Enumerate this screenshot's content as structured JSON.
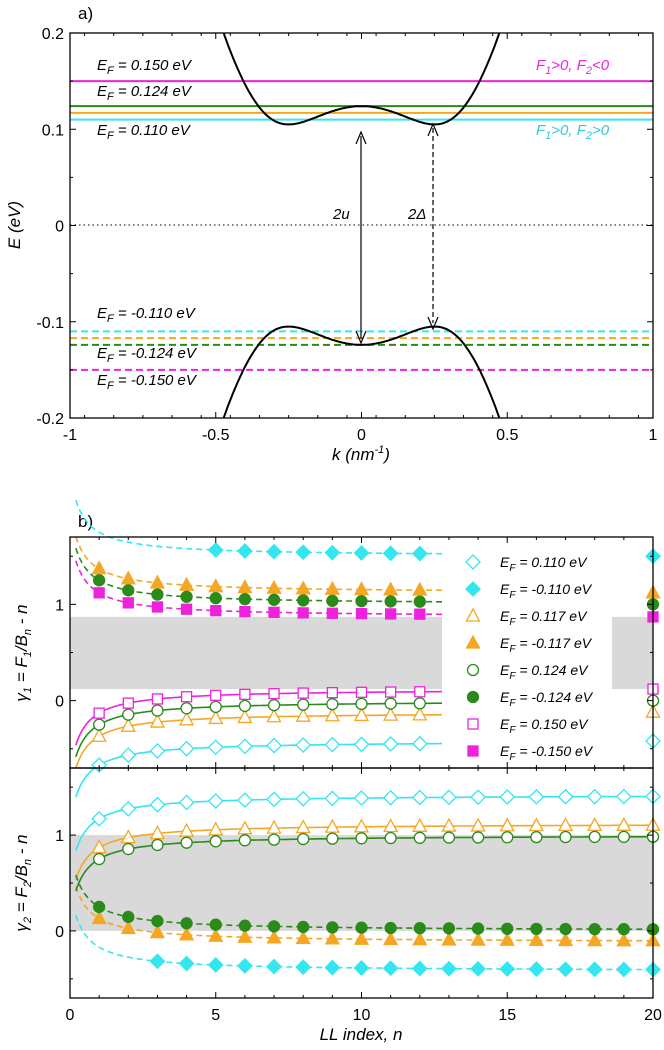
{
  "colors": {
    "cyan": "#33e6f0",
    "orange": "#f5a623",
    "green": "#2a8a1a",
    "magenta": "#ee22dd",
    "black": "#000000",
    "band": "#d9d9d9"
  },
  "chart_data": [
    {
      "panel_label": "a)",
      "type": "line",
      "xlabel": "k (nm",
      "xlabel_sup": "-1",
      "xlabel_close": ")",
      "ylabel": "E (eV)",
      "xlim": [
        -1,
        1
      ],
      "ylim": [
        -0.2,
        0.2
      ],
      "x_ticks": [
        "-1",
        "-0.5",
        "0",
        "0.5",
        "1"
      ],
      "y_ticks": [
        "-0.2",
        "-0.1",
        "0",
        "0.1",
        "0.2"
      ],
      "dispersion": {
        "u": 0.124,
        "gap_delta": 0.105,
        "k_min": 0.25
      },
      "fermi_levels": [
        {
          "value": 0.15,
          "color": "magenta",
          "style": "solid"
        },
        {
          "value": 0.124,
          "color": "green",
          "style": "solid"
        },
        {
          "value": 0.117,
          "color": "orange",
          "style": "solid"
        },
        {
          "value": 0.11,
          "color": "cyan",
          "style": "solid"
        },
        {
          "value": -0.11,
          "color": "cyan",
          "style": "dashed"
        },
        {
          "value": -0.117,
          "color": "orange",
          "style": "dashed"
        },
        {
          "value": -0.124,
          "color": "green",
          "style": "dashed"
        },
        {
          "value": -0.15,
          "color": "magenta",
          "style": "dashed"
        }
      ],
      "labels": {
        "ef_pos_150": "E",
        "ef_pos_150_val": " = 0.150 eV",
        "ef_pos_124_val": " = 0.124 eV",
        "ef_pos_110_val": " = 0.110 eV",
        "ef_neg_110_val": " = -0.110 eV",
        "ef_neg_124_val": " = -0.124 eV",
        "ef_neg_150_val": " = -0.150 eV",
        "f_magenta": "F",
        "f_magenta_sign1": ">0, F",
        "f_magenta_sign2": "<0",
        "f_cyan_sign2": ">0",
        "two_u": "2u",
        "two_delta": "2Δ"
      }
    },
    {
      "panel_label": "b)",
      "type": "scatter",
      "ylabel_top": "γ",
      "ylabel_top_sub": "1",
      "ylabel_top_rest": " = F",
      "ylabel_top_sub2": "1",
      "ylabel_top_tail": "/B",
      "ylabel_top_sub3": "n",
      "ylabel_top_end": " - n",
      "ylabel_bot": "γ",
      "ylabel_bot_sub": "2",
      "ylabel_bot_rest": " = F",
      "ylabel_bot_sub2": "2",
      "xlabel": "LL index, n",
      "xlim": [
        0,
        20
      ],
      "x_ticks": [
        "0",
        "5",
        "10",
        "15",
        "20"
      ],
      "top_y_ticks": [
        "0",
        "1"
      ],
      "bottom_y_ticks": [
        "0",
        "1"
      ],
      "top_ylim": [
        -0.7,
        1.7
      ],
      "bottom_ylim": [
        -0.7,
        1.7
      ],
      "series": [
        {
          "name": "E_F = 0.110 eV",
          "color": "cyan",
          "marker": "diamond-open",
          "top_limit": -0.42,
          "bottom_limit": 1.42,
          "top_range": [
            1,
            13
          ],
          "bottom_range": [
            1,
            20
          ]
        },
        {
          "name": "E_F = -0.110 eV",
          "color": "cyan",
          "marker": "diamond-filled",
          "top_limit": 1.5,
          "bottom_limit": -0.42,
          "top_range": [
            5,
            13
          ],
          "bottom_range": [
            3,
            20
          ]
        },
        {
          "name": "E_F = 0.117 eV",
          "color": "orange",
          "marker": "triangle-open",
          "top_limit": -0.12,
          "bottom_limit": 1.12,
          "top_range": [
            1,
            13
          ],
          "bottom_range": [
            1,
            20
          ]
        },
        {
          "name": "E_F = -0.117 eV",
          "color": "orange",
          "marker": "triangle-filled",
          "top_limit": 1.12,
          "bottom_limit": -0.12,
          "top_range": [
            1,
            13
          ],
          "bottom_range": [
            1,
            20
          ]
        },
        {
          "name": "E_F = 0.124 eV",
          "color": "green",
          "marker": "circle-open",
          "top_limit": 0.0,
          "bottom_limit": 1.0,
          "top_range": [
            1,
            13
          ],
          "bottom_range": [
            1,
            20
          ]
        },
        {
          "name": "E_F = -0.124 eV",
          "color": "green",
          "marker": "circle-filled",
          "top_limit": 1.0,
          "bottom_limit": 0.0,
          "top_range": [
            1,
            13
          ],
          "bottom_range": [
            1,
            20
          ]
        },
        {
          "name": "E_F = 0.150 eV",
          "color": "magenta",
          "marker": "square-open",
          "top_limit": 0.12,
          "bottom_limit": null,
          "top_range": [
            1,
            13
          ],
          "bottom_range": null
        },
        {
          "name": "E_F = -0.150 eV",
          "color": "magenta",
          "marker": "square-filled",
          "top_limit": 0.87,
          "bottom_limit": null,
          "top_range": [
            1,
            13
          ],
          "bottom_range": null
        }
      ],
      "legend_ef": "E",
      "legend_ef_sub": "F",
      "legend_values": [
        " = 0.110 eV",
        " = -0.110 eV",
        " = 0.117 eV",
        " = -0.117 eV",
        " = 0.124 eV",
        " = -0.124 eV",
        " = 0.150 eV",
        " = -0.150 eV"
      ]
    }
  ]
}
